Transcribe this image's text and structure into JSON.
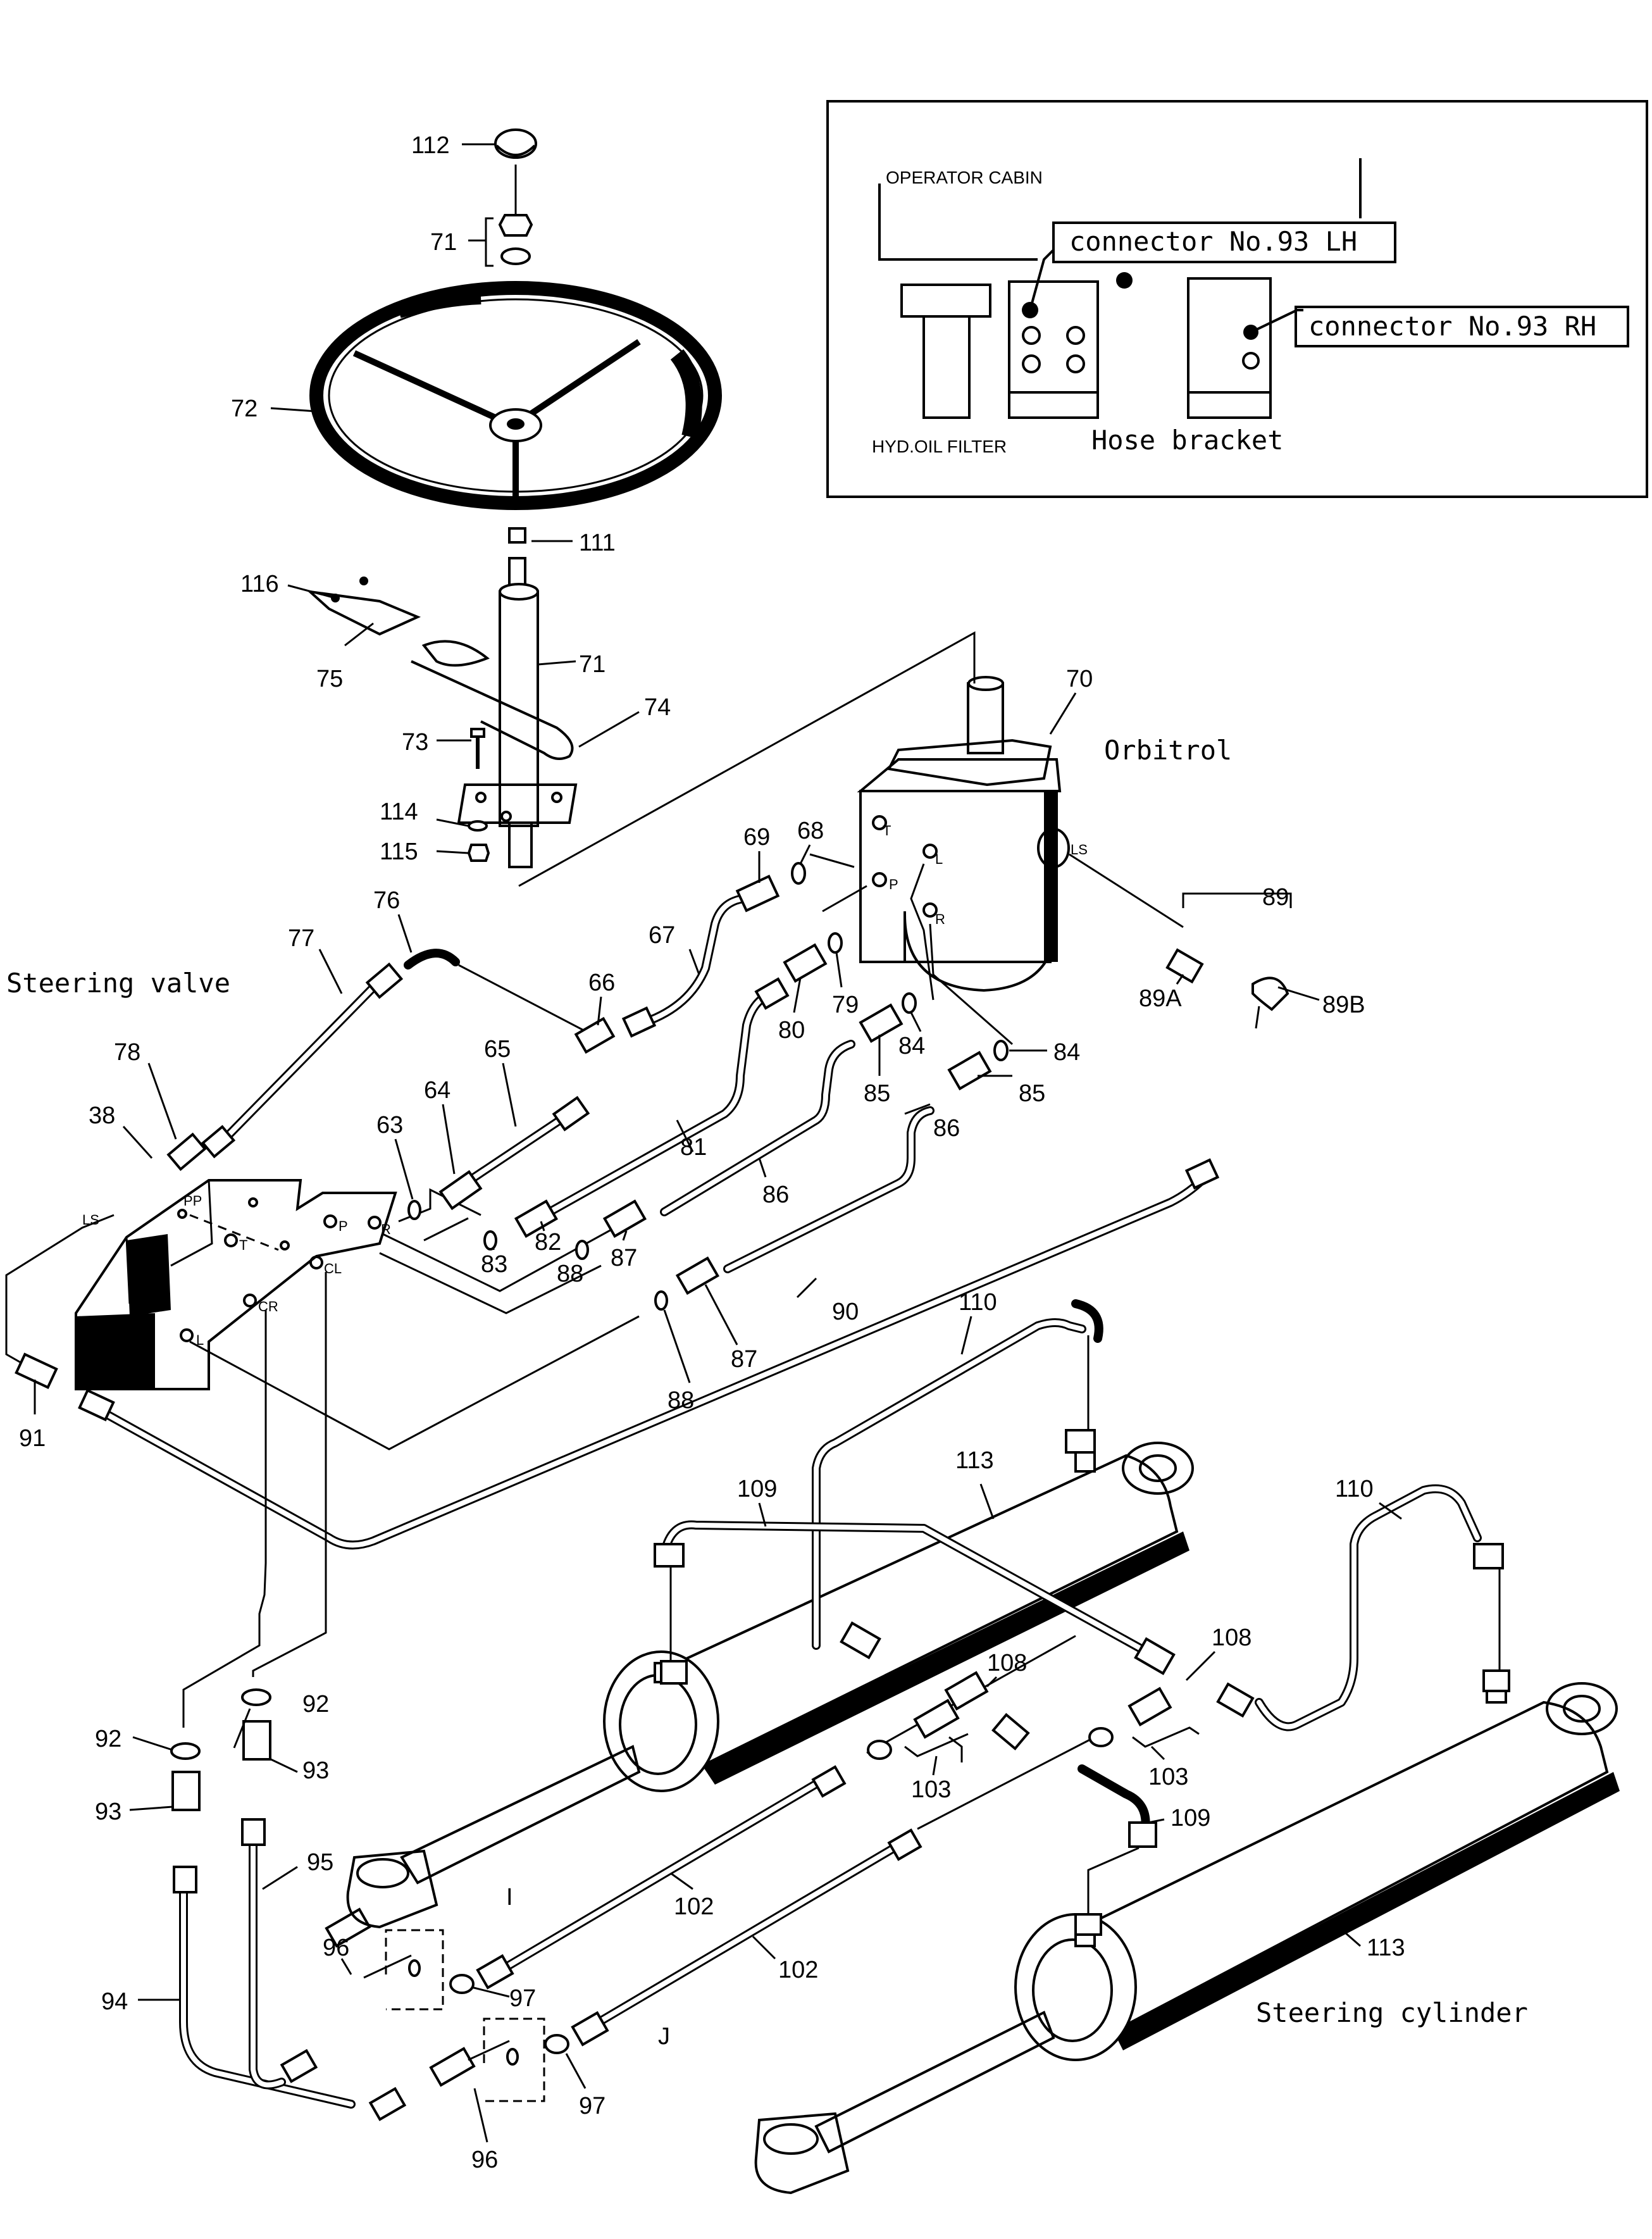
{
  "titles": {
    "steering_valve": "Steering valve",
    "orbitrol": "Orbitrol",
    "steering_cylinder": "Steering cylinder"
  },
  "inset": {
    "operator_cabin": "OPERATOR CABIN",
    "connector_lh": "connector No.93 LH",
    "connector_rh": "connector No.93 RH",
    "hyd_oil_filter": "HYD.OIL FILTER",
    "hose_bracket": "Hose bracket"
  },
  "port_labels": {
    "pp": "PP",
    "p_valve": "P",
    "t_valve": "T",
    "r_valve": "R",
    "l_valve": "L",
    "cl": "CL",
    "cr": "CR",
    "ls_valve": "LS",
    "t_orb": "T",
    "p_orb": "P",
    "l_orb": "L",
    "r_orb": "R",
    "ls_orb": "LS"
  },
  "callouts": {
    "c112": "112",
    "c71a": "71",
    "c72": "72",
    "c111": "111",
    "c116": "116",
    "c75": "75",
    "c71b": "71",
    "c74": "74",
    "c73": "73",
    "c114": "114",
    "c115": "115",
    "c70": "70",
    "c68": "68",
    "c69": "69",
    "c67": "67",
    "c76": "76",
    "c77": "77",
    "c66": "66",
    "c65": "65",
    "c64": "64",
    "c63": "63",
    "c78": "78",
    "c38": "38",
    "c79": "79",
    "c80": "80",
    "c84a": "84",
    "c84b": "84",
    "c85a": "85",
    "c85b": "85",
    "c81": "81",
    "c82": "82",
    "c83": "83",
    "c86a": "86",
    "c86b": "86",
    "c87a": "87",
    "c87b": "87",
    "c88a": "88",
    "c88b": "88",
    "c89": "89",
    "c89a": "89A",
    "c89b": "89B",
    "c90": "90",
    "c91": "91",
    "c110a": "110",
    "c110b": "110",
    "c109a": "109",
    "c109b": "109",
    "c113a": "113",
    "c113b": "113",
    "c108a": "108",
    "c108b": "108",
    "c103a": "103",
    "c103b": "103",
    "c102a": "102",
    "c102b": "102",
    "c92a": "92",
    "c92b": "92",
    "c93a": "93",
    "c93b": "93",
    "c95": "95",
    "c94": "94",
    "c96a": "96",
    "c96b": "96",
    "c97a": "97",
    "c97b": "97",
    "mark_i": "I",
    "mark_j": "J"
  },
  "colors": {
    "ink": "#000000",
    "paper": "#ffffff"
  }
}
